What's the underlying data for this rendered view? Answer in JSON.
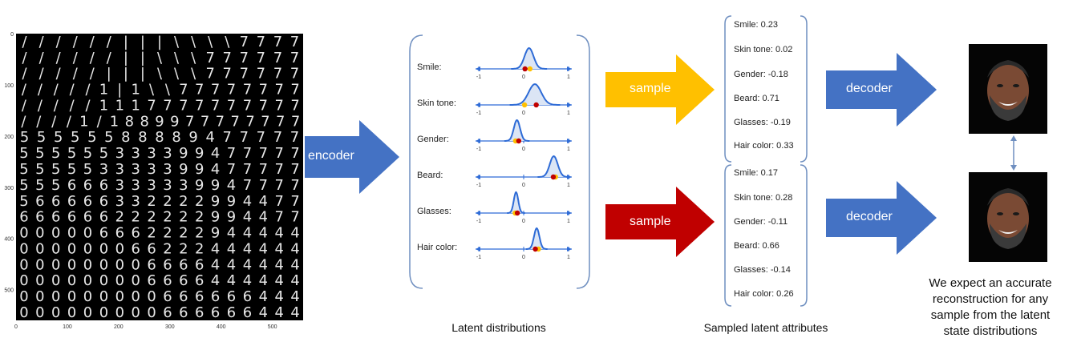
{
  "latent_grid": {
    "y_ticks": [
      "0",
      "100",
      "200",
      "300",
      "400",
      "500"
    ],
    "x_ticks": [
      "0",
      "100",
      "200",
      "300",
      "400",
      "500"
    ],
    "rows": [
      "//////|||\\\\\\\\7777",
      "//////||\\\\\\777777",
      "/////|||\\\\\\777777",
      "/////1|1\\\\77777777",
      "/////1117777777777",
      "////1/1889977777777",
      "55555588889477777",
      "555555333399477777",
      "555553333399477777",
      "555666333339947777",
      "566666332222994477",
      "666666222222994477",
      "000006662222944444",
      "000000066222444444",
      "000000006666444444",
      "000000006666444444",
      "000000000666666444",
      "000000000666666444"
    ]
  },
  "arrows": {
    "encoder": "encoder",
    "sample_top": "sample",
    "sample_bottom": "sample",
    "decoder_top": "decoder",
    "decoder_bottom": "decoder"
  },
  "distributions": {
    "tick_neg": "-1",
    "tick_zero": "0",
    "tick_pos": "1",
    "items": [
      {
        "label": "Smile:",
        "mean": 0.12,
        "sd": 0.1,
        "yellow": 0.14,
        "red": 0.03
      },
      {
        "label": "Skin tone:",
        "mean": 0.25,
        "sd": 0.14,
        "yellow": 0.02,
        "red": 0.28
      },
      {
        "label": "Gender:",
        "mean": -0.15,
        "sd": 0.07,
        "yellow": -0.18,
        "red": -0.11
      },
      {
        "label": "Beard:",
        "mean": 0.67,
        "sd": 0.09,
        "yellow": 0.71,
        "red": 0.66
      },
      {
        "label": "Glasses:",
        "mean": -0.17,
        "sd": 0.05,
        "yellow": -0.19,
        "red": -0.14
      },
      {
        "label": "Hair color:",
        "mean": 0.29,
        "sd": 0.06,
        "yellow": 0.33,
        "red": 0.26
      }
    ]
  },
  "sampled_top": [
    "Smile:  0.23",
    "Skin tone: 0.02",
    "Gender: -0.18",
    "Beard: 0.71",
    "Glasses: -0.19",
    "Hair color: 0.33"
  ],
  "sampled_bottom": [
    "Smile:  0.17",
    "Skin tone: 0.28",
    "Gender: -0.11",
    "Beard: 0.66",
    "Glasses: -0.14",
    "Hair color: 0.26"
  ],
  "captions": {
    "latent": "Latent distributions",
    "sampled": "Sampled latent attributes",
    "result_1": "We expect an accurate",
    "result_2": "reconstruction for any",
    "result_3": "sample from the latent",
    "result_4": "state distributions"
  },
  "colors": {
    "blue_arrow": "#4472c4",
    "yellow_arrow": "#ffc000",
    "red_arrow": "#c00000",
    "curve": "#2e6bd6",
    "bracket": "#6f8fc0"
  }
}
